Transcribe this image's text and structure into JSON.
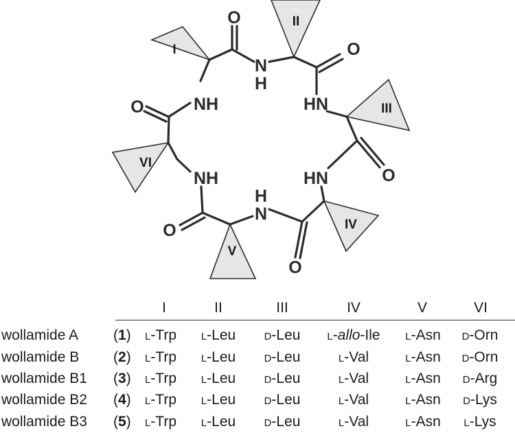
{
  "structure": {
    "atoms": {
      "o_top": "O",
      "o_upper_right": "O",
      "o_left": "O",
      "o_right": "O",
      "o_lower_left": "O",
      "o_bottom": "O",
      "nh_top_n": "N",
      "nh_top_h": "H",
      "nh_left_upper": "NH",
      "hn_right_upper": "HN",
      "nh_left_lower": "NH",
      "hn_right_lower": "HN",
      "nh_bottom_h": "H",
      "nh_bottom_n": "N"
    },
    "positions": [
      "I",
      "II",
      "III",
      "IV",
      "V",
      "VI"
    ]
  },
  "table": {
    "headers": [
      "I",
      "II",
      "III",
      "IV",
      "V",
      "VI"
    ],
    "rows": [
      {
        "name": "wollamide A",
        "number": "1",
        "residues": [
          [
            "L",
            "-Trp"
          ],
          [
            "L",
            "-Leu"
          ],
          [
            "D",
            "-Leu"
          ],
          [
            "L",
            "-allo-Ile"
          ],
          [
            "L",
            "-Asn"
          ],
          [
            "D",
            "-Orn"
          ]
        ]
      },
      {
        "name": "wollamide B",
        "number": "2",
        "residues": [
          [
            "L",
            "-Trp"
          ],
          [
            "L",
            "-Leu"
          ],
          [
            "D",
            "-Leu"
          ],
          [
            "L",
            "-Val"
          ],
          [
            "L",
            "-Asn"
          ],
          [
            "D",
            "-Orn"
          ]
        ]
      },
      {
        "name": "wollamide B1",
        "number": "3",
        "residues": [
          [
            "L",
            "-Trp"
          ],
          [
            "L",
            "-Leu"
          ],
          [
            "D",
            "-Leu"
          ],
          [
            "L",
            "-Val"
          ],
          [
            "L",
            "-Asn"
          ],
          [
            "D",
            "-Arg"
          ]
        ]
      },
      {
        "name": "wollamide B2",
        "number": "4",
        "residues": [
          [
            "L",
            "-Trp"
          ],
          [
            "L",
            "-Leu"
          ],
          [
            "D",
            "-Leu"
          ],
          [
            "L",
            "-Val"
          ],
          [
            "L",
            "-Asn"
          ],
          [
            "D",
            "-Lys"
          ]
        ]
      },
      {
        "name": "wollamide B3",
        "number": "5",
        "residues": [
          [
            "L",
            "-Trp"
          ],
          [
            "L",
            "-Leu"
          ],
          [
            "D",
            "-Leu"
          ],
          [
            "L",
            "-Val"
          ],
          [
            "L",
            "-Asn"
          ],
          [
            "L",
            "-Lys"
          ]
        ]
      }
    ]
  },
  "colors": {
    "bond": "#2b2b2b",
    "wedge_fill": "#e6e6e6",
    "text": "#1a1a1a"
  }
}
